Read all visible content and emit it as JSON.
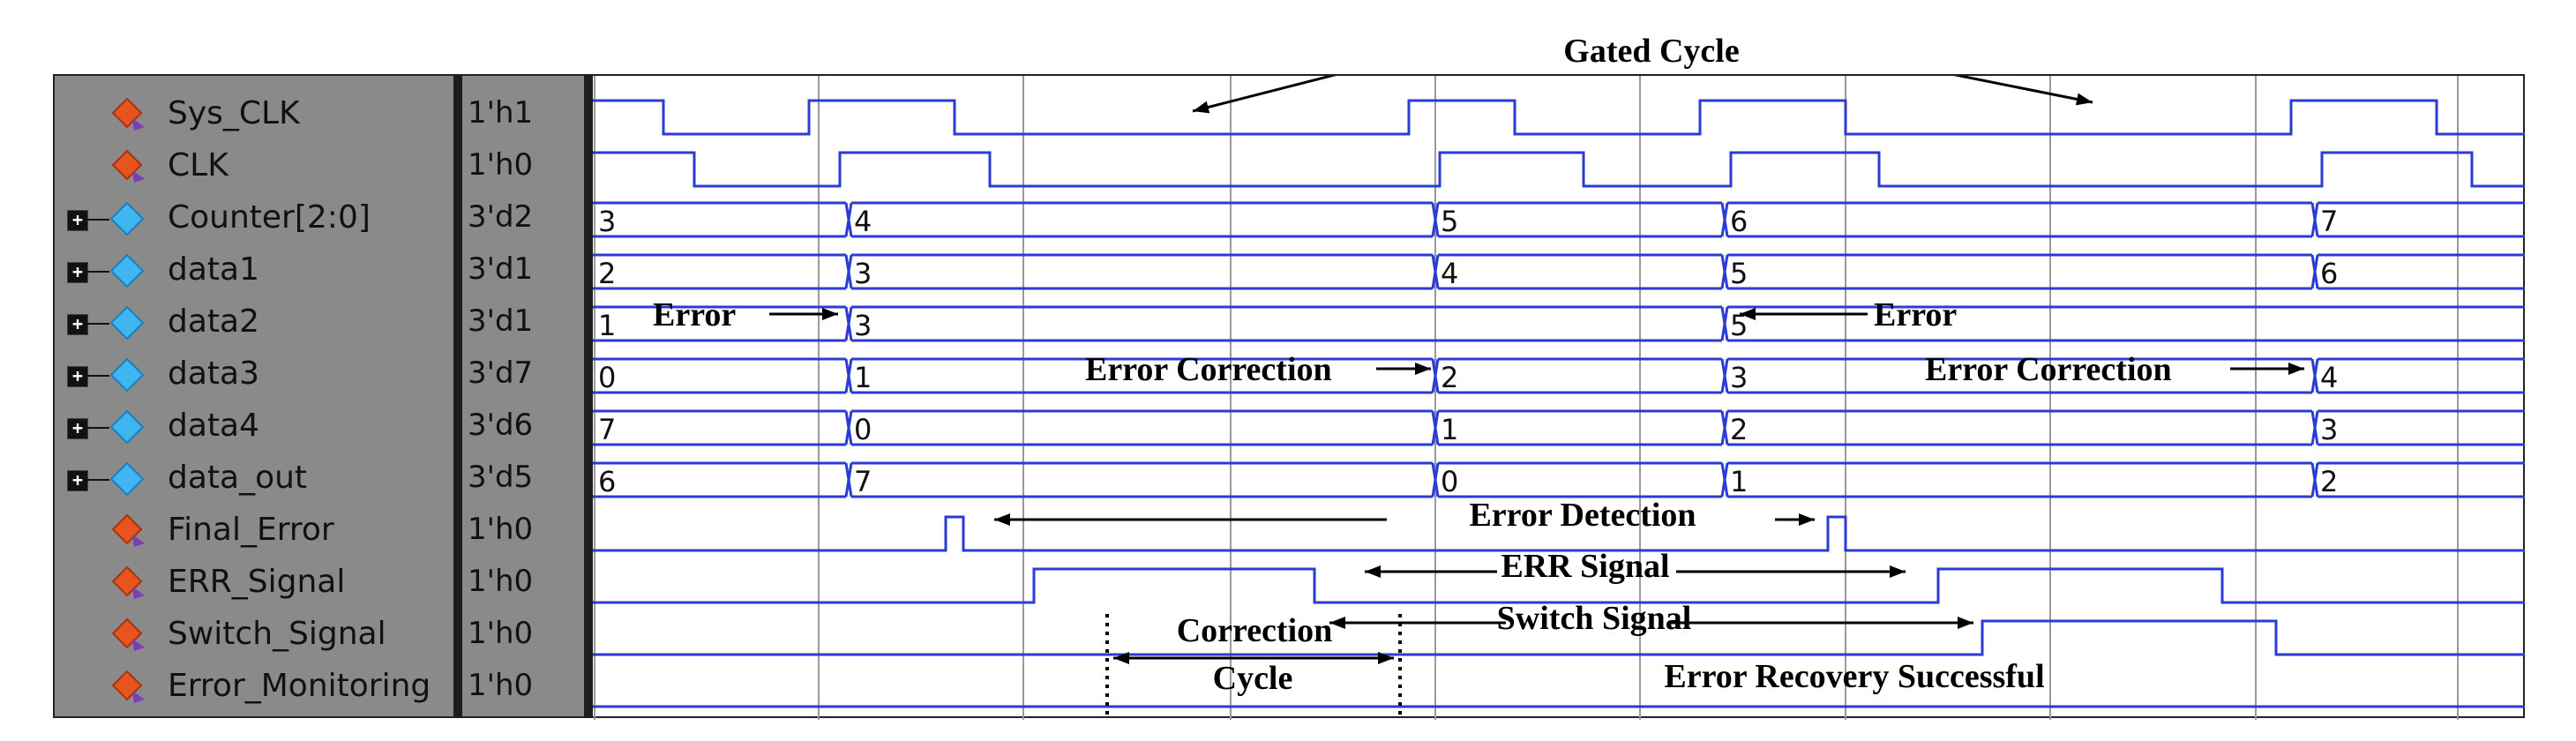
{
  "signals": [
    {
      "name": "Sys_CLK",
      "value": "1'h1",
      "kind": "bit",
      "expandable": false
    },
    {
      "name": "CLK",
      "value": "1'h0",
      "kind": "bit",
      "expandable": false
    },
    {
      "name": "Counter[2:0]",
      "value": "3'd2",
      "kind": "bus",
      "expandable": true
    },
    {
      "name": "data1",
      "value": "3'd1",
      "kind": "bus",
      "expandable": true
    },
    {
      "name": "data2",
      "value": "3'd1",
      "kind": "bus",
      "expandable": true
    },
    {
      "name": "data3",
      "value": "3'd7",
      "kind": "bus",
      "expandable": true
    },
    {
      "name": "data4",
      "value": "3'd6",
      "kind": "bus",
      "expandable": true
    },
    {
      "name": "data_out",
      "value": "3'd5",
      "kind": "bus",
      "expandable": true
    },
    {
      "name": "Final_Error",
      "value": "1'h0",
      "kind": "bit",
      "expandable": false
    },
    {
      "name": "ERR_Signal",
      "value": "1'h0",
      "kind": "bit",
      "expandable": false
    },
    {
      "name": "Switch_Signal",
      "value": "1'h0",
      "kind": "bit",
      "expandable": false
    },
    {
      "name": "Error_Monitoring",
      "value": "1'h0",
      "kind": "bit",
      "expandable": false
    }
  ],
  "bus_values": {
    "Counter[2:0]": [
      "3",
      "4",
      "5",
      "6",
      "7"
    ],
    "data1": [
      "2",
      "3",
      "4",
      "5",
      "6"
    ],
    "data2": [
      "1",
      "3",
      "5"
    ],
    "data3": [
      "0",
      "1",
      "2",
      "3",
      "4"
    ],
    "data4": [
      "7",
      "0",
      "1",
      "2",
      "3"
    ],
    "data_out": [
      "6",
      "7",
      "0",
      "1",
      "2"
    ]
  },
  "annotations": {
    "gated_cycle": "Gated Cycle",
    "error_left": "Error",
    "error_right": "Error",
    "error_correction_left": "Error Correction",
    "error_correction_right": "Error Correction",
    "error_detection": "Error Detection",
    "err_signal": "ERR Signal",
    "switch_signal": "Switch Signal",
    "correction_cycle_line1": "Correction",
    "correction_cycle_line2": "Cycle",
    "error_recovery": "Error Recovery Successful"
  },
  "colors": {
    "wave": "#2a3bd6",
    "grid": "#9a9a9a",
    "panel": "#8a8a8a",
    "divider": "#1e1e1e",
    "icon_bit": "#e8541e",
    "icon_bus": "#3fb6ef"
  }
}
